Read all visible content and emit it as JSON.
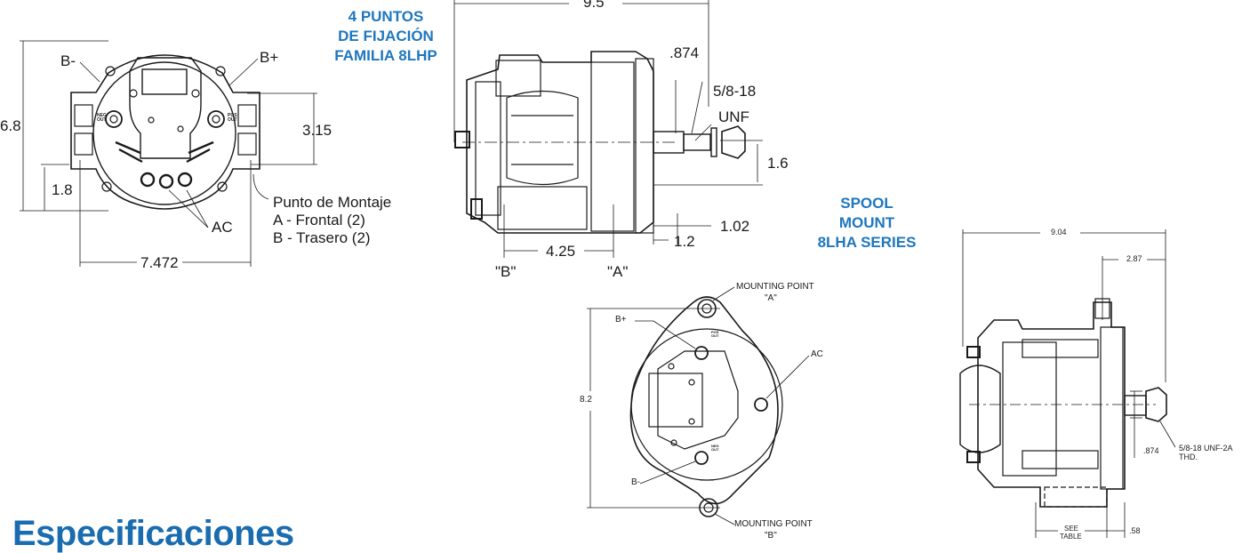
{
  "headings": {
    "fixing_points": [
      "4 PUNTOS",
      "DE FIJACIÓN",
      "FAMILIA 8LHP"
    ],
    "spool_mount": [
      "SPOOL",
      "MOUNT",
      "8LHA SERIES"
    ],
    "page_title": "Especificaciones"
  },
  "front_view": {
    "b_minus": "B-",
    "b_plus": "B+",
    "ac": "AC",
    "neg_out": "NEG OUT",
    "pos_out": "POS OUT",
    "height": "6.8",
    "terminal_spacing": "3.15",
    "base_offset": "1.8",
    "width": "7.472",
    "mount_note": [
      "Punto de Montaje",
      "A - Frontal (2)",
      "B - Trasero (2)"
    ]
  },
  "side_view": {
    "length": "9.5",
    "shaft_ext": ".874",
    "thread_1": "5/8-18",
    "thread_2": "UNF",
    "shaft_height": "1.6",
    "dim_102": "1.02",
    "dim_12": "1.2",
    "mount_spacing": "4.25",
    "point_b": "\"B\"",
    "point_a": "\"A\""
  },
  "rear_view": {
    "mount_a_1": "MOUNTING POINT",
    "mount_a_2": "\"A\"",
    "b_plus": "B+",
    "ac": "AC",
    "height": "8.2",
    "b_minus": "B-",
    "mount_b_1": "MOUNTING POINT",
    "mount_b_2": "\"B\"",
    "pos_out": "POS OUT",
    "neg_out": "NEG OUT"
  },
  "spool_view": {
    "length": "9.04",
    "dim_287": "2.87",
    "shaft": ".874",
    "thread_1": "5/8-18 UNF-2A",
    "thread_2": "THD.",
    "see_1": "SEE",
    "see_2": "TABLE",
    "dim_58": ".58"
  }
}
